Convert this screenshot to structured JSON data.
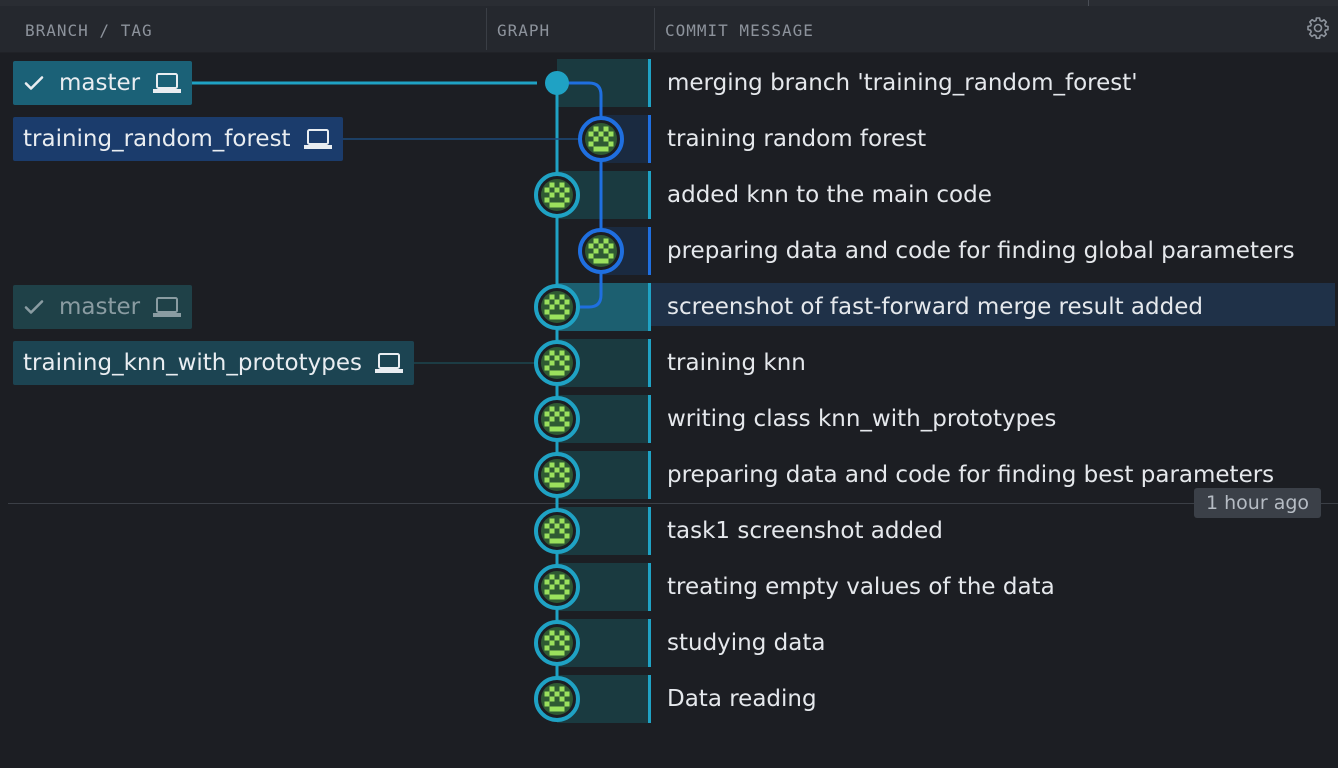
{
  "header": {
    "branch_tag": "BRANCH / TAG",
    "graph": "GRAPH",
    "commit_message": "COMMIT MESSAGE",
    "settings_icon": "gear-icon"
  },
  "commits": [
    {
      "message": "merging branch 'training_random_forest'",
      "lane": 0,
      "merge": true
    },
    {
      "message": "training random forest",
      "lane": 1
    },
    {
      "message": "added knn to the main code",
      "lane": 0
    },
    {
      "message": "preparing data and code for finding global parameters",
      "lane": 1
    },
    {
      "message": "screenshot of fast-forward merge result added",
      "lane": 0,
      "selected": true
    },
    {
      "message": "training knn",
      "lane": 0
    },
    {
      "message": "writing class knn_with_prototypes",
      "lane": 0
    },
    {
      "message": "preparing data and code for finding best parameters",
      "lane": 0
    },
    {
      "message": "task1 screenshot added",
      "lane": 0
    },
    {
      "message": "treating empty values of the data",
      "lane": 0
    },
    {
      "message": "studying data",
      "lane": 0
    },
    {
      "message": "Data reading",
      "lane": 0
    }
  ],
  "refs": [
    {
      "label": "master",
      "row": 0,
      "checked": true,
      "icon": "laptop-icon"
    },
    {
      "label": "training_random_forest",
      "row": 1,
      "icon": "laptop-icon"
    },
    {
      "label": "master",
      "row": 4,
      "checked": true,
      "dimmed": true,
      "icon": "laptop-icon"
    },
    {
      "label": "training_knn_with_prototypes",
      "row": 5,
      "icon": "laptop-icon"
    }
  ],
  "time_marker": {
    "label": "1 hour ago"
  },
  "colors": {
    "lane0": "#1fa2c4",
    "lane1": "#1f6fe0",
    "avatar_fill": "#2f5a33",
    "avatar_pattern": "#9be15d",
    "selection": "#1f3148"
  }
}
